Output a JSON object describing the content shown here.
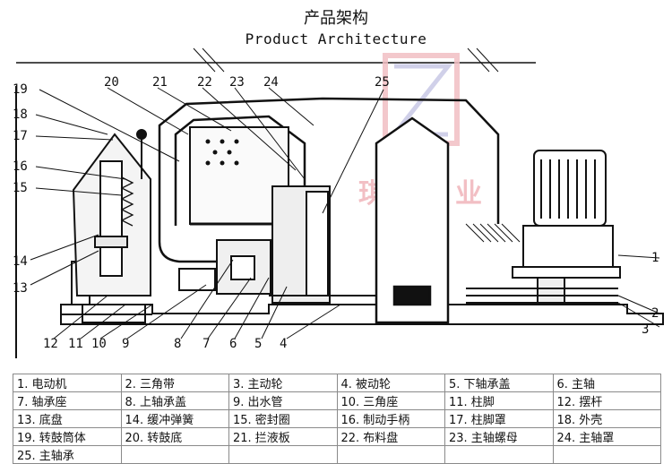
{
  "header": {
    "title_cn": "产品架构",
    "title_en": "Product Architecture"
  },
  "watermark": {
    "text": "琪震实业",
    "color": "#f2bfc4"
  },
  "callouts": [
    "1",
    "2",
    "3",
    "4",
    "5",
    "6",
    "7",
    "8",
    "9",
    "10",
    "11",
    "12",
    "13",
    "14",
    "15",
    "16",
    "17",
    "18",
    "19",
    "20",
    "21",
    "22",
    "23",
    "24",
    "25"
  ],
  "legend": {
    "rows": [
      [
        "1. 电动机",
        "2. 三角带",
        "3. 主动轮",
        "4. 被动轮",
        "5. 下轴承盖",
        "6. 主轴"
      ],
      [
        "7. 轴承座",
        "8. 上轴承盖",
        "9. 出水管",
        "10. 三角座",
        "11. 柱脚",
        "12. 摆杆"
      ],
      [
        "13. 底盘",
        "14. 缓冲弹簧",
        "15. 密封圈",
        "16. 制动手柄",
        "17. 柱脚罩",
        "18. 外壳"
      ],
      [
        "19. 转鼓筒体",
        "20. 转鼓底",
        "21. 拦液板",
        "22. 布料盘",
        "23. 主轴螺母",
        "24. 主轴罩"
      ],
      [
        "25. 主轴承",
        "",
        "",
        "",
        "",
        ""
      ]
    ]
  }
}
